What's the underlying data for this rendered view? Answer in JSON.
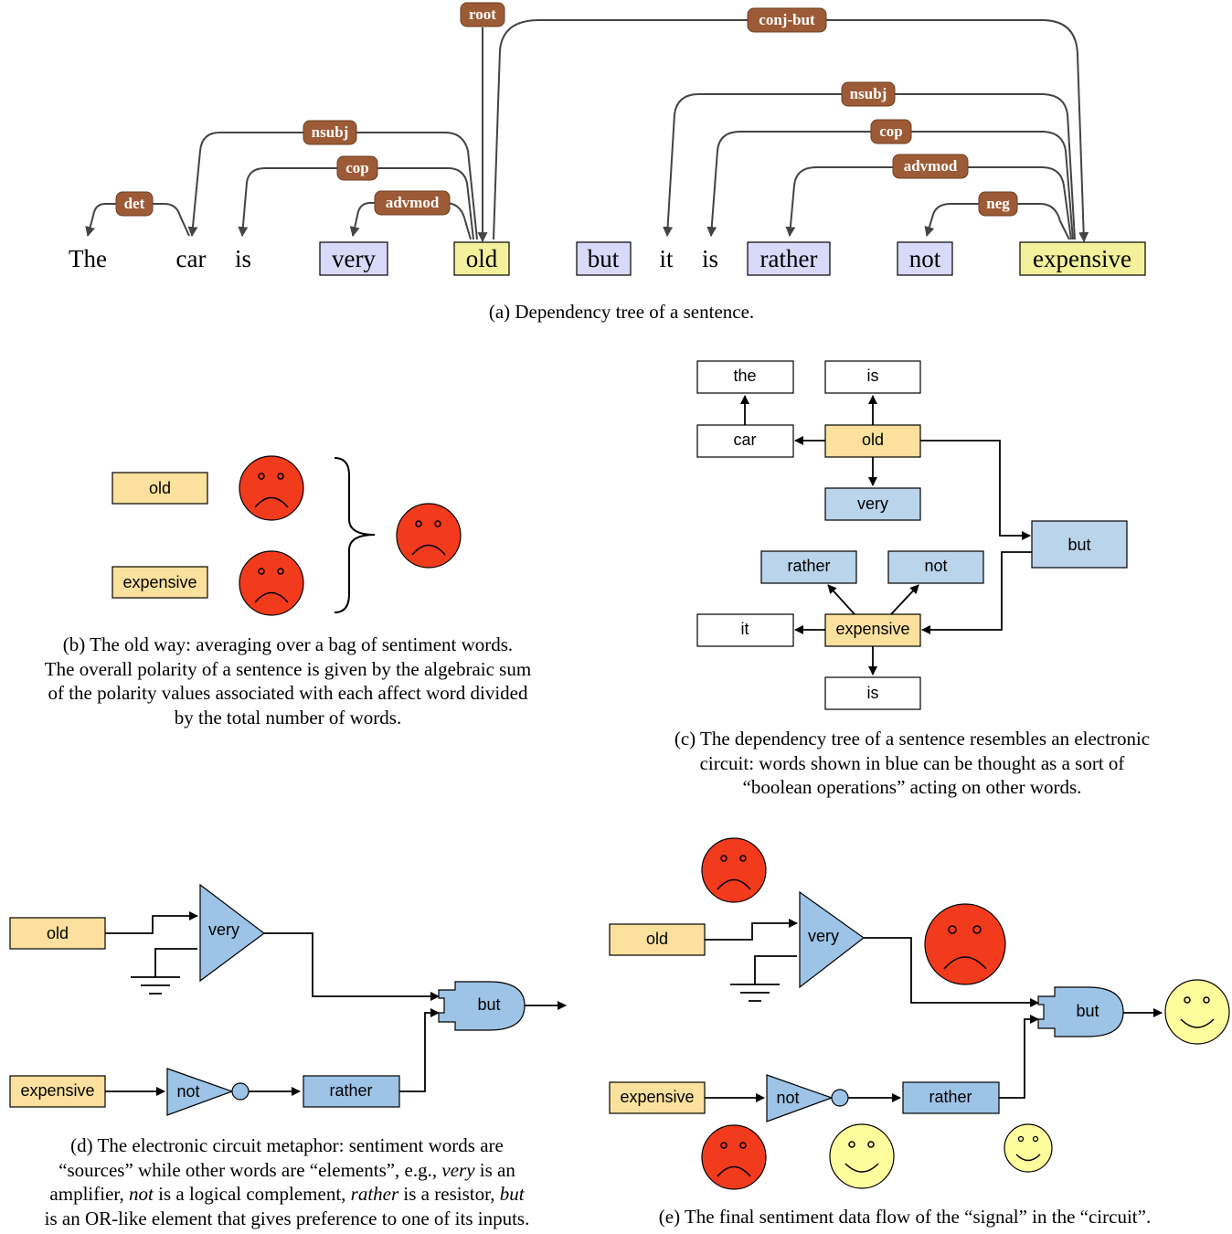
{
  "colors": {
    "yellow_word": "#f3f19b",
    "blue_word": "#d9d9f9",
    "yellow_box": "#fbe19d",
    "blue_box": "#b9d4eb",
    "gate_blue": "#9dc3e6",
    "label_brown": "#9c5b36",
    "sad_face": "#f23b1d",
    "happy_face": "#fdfd9d"
  },
  "panel_a": {
    "words": [
      "The",
      "car",
      "is",
      "very",
      "old",
      "but",
      "it",
      "is",
      "rather",
      "not",
      "expensive"
    ],
    "relations": [
      "root",
      "conj-but",
      "nsubj",
      "cop",
      "advmod",
      "det",
      "nsubj",
      "cop",
      "advmod",
      "neg"
    ],
    "caption": "(a) Dependency tree of a sentence."
  },
  "panel_b": {
    "words": [
      "old",
      "expensive"
    ],
    "caption_lines": [
      "(b) The old way: averaging over a bag of sentiment words.",
      "The overall polarity of a sentence is given by the algebraic sum",
      "of the polarity values associated with each affect word divided",
      "by the total number of words."
    ]
  },
  "panel_c": {
    "words": [
      "the",
      "is",
      "car",
      "old",
      "very",
      "but",
      "rather",
      "not",
      "it",
      "expensive",
      "is"
    ],
    "caption_lines": [
      "(c) The dependency tree of a sentence resembles an electronic",
      "circuit: words shown in blue can be thought as a sort of",
      "“boolean operations” acting on other words."
    ]
  },
  "panel_d": {
    "labels": [
      "old",
      "very",
      "but",
      "expensive",
      "not",
      "rather"
    ],
    "caption_lines": [
      "(d) The electronic circuit metaphor: sentiment words are",
      "“sources” while other words are “elements”, e.g., ",
      "very",
      " is an",
      "amplifier, ",
      "not",
      " is a logical complement, ",
      "rather",
      " is a resistor, ",
      "but",
      "is an OR-like element that gives preference to one of its inputs."
    ]
  },
  "panel_e": {
    "labels": [
      "old",
      "very",
      "but",
      "expensive",
      "not",
      "rather"
    ],
    "caption": "(e) The final sentiment data flow of the “signal” in the “circuit”."
  }
}
